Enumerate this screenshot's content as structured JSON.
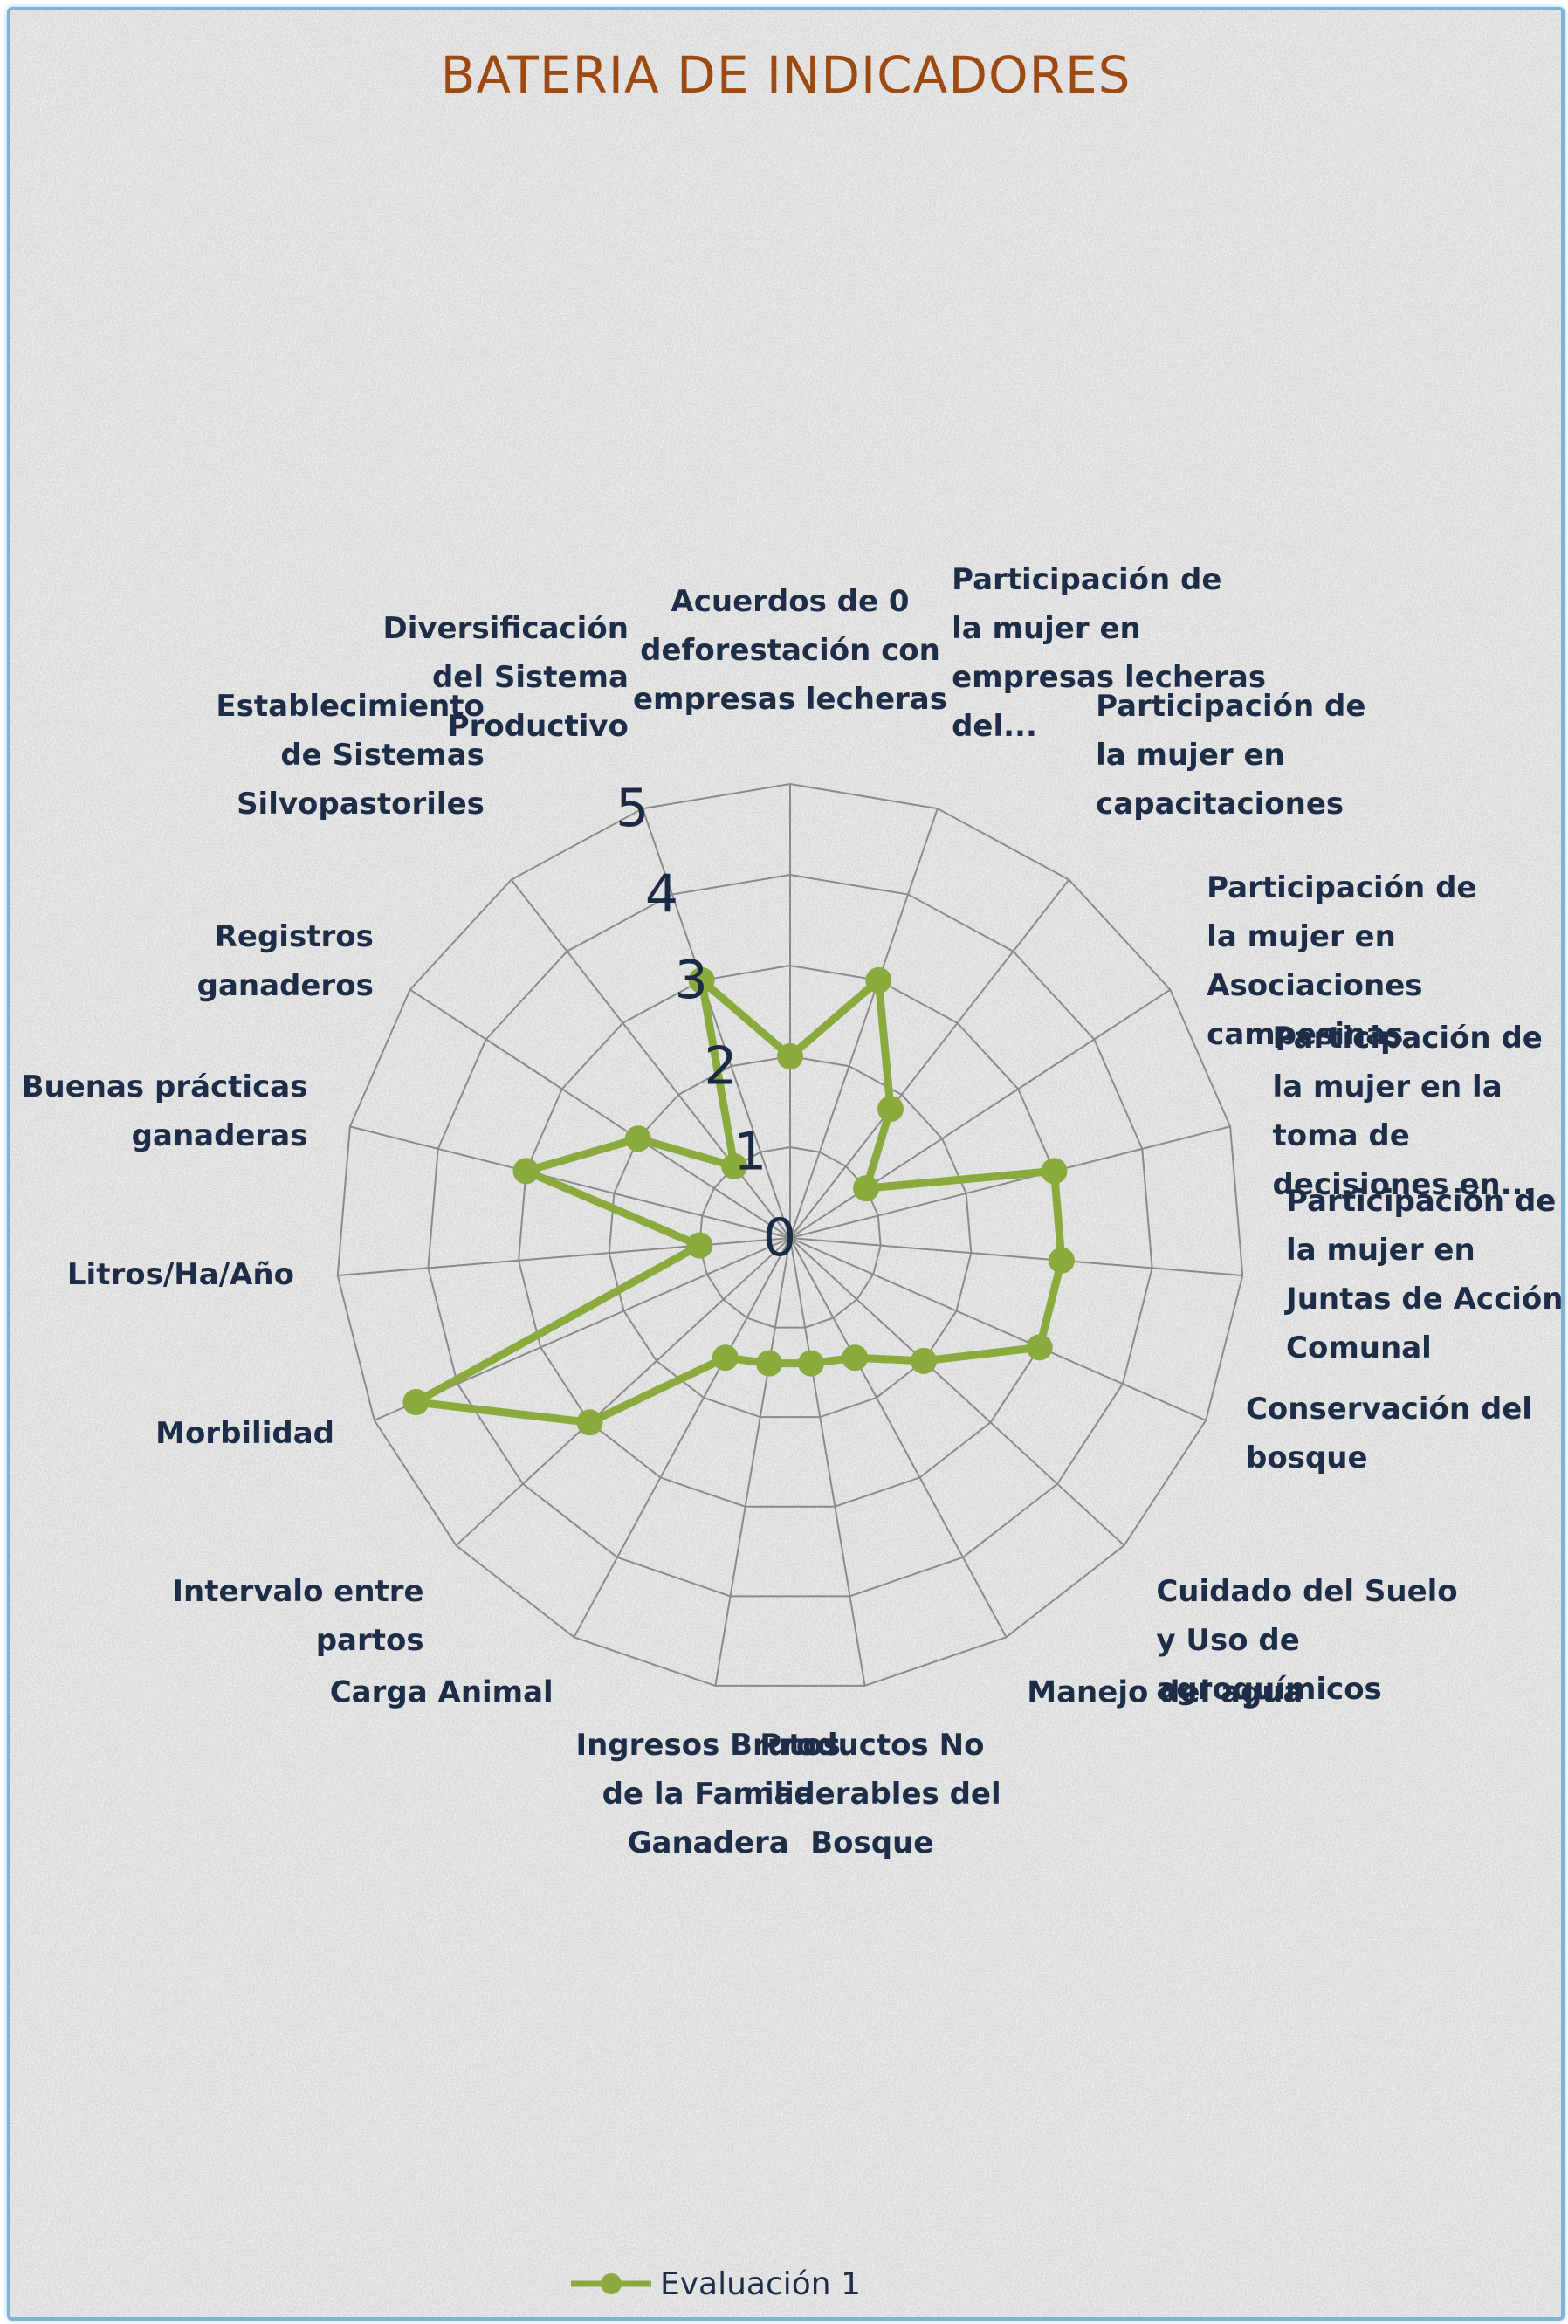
{
  "chart_data": {
    "type": "radar",
    "title": "BATERIA DE INDICADORES",
    "axes": [
      "Acuerdos de 0 deforestación con empresas lecheras",
      "Participación de la mujer en empresas lecheras del...",
      "Participación de la mujer en capacitaciones",
      "Participación de la mujer en Asociaciones campesinas",
      "Participación de la mujer en la toma de decisiones en...",
      "Participación de la mujer en Juntas de Acción Comunal",
      "Conservación del bosque",
      "Cuidado del Suelo y Uso de agroquímicos",
      "Manejo del agua",
      "Productos No maderables del Bosque",
      "Ingresos Brutos de la Familia Ganadera",
      "Carga Animal",
      "Intervalo entre partos",
      "Morbilidad",
      "Litros/Ha/Año",
      "Buenas prácticas ganaderas",
      "Registros ganaderos",
      "Establecimiento de Sistemas Silvopastoriles",
      "Diversificación del Sistema Productivo"
    ],
    "tick_labels": [
      "0",
      "1",
      "2",
      "3",
      "4",
      "5"
    ],
    "rlim": [
      0,
      5
    ],
    "series": [
      {
        "name": "Evaluación 1",
        "color": "#8aaa3e",
        "values": [
          2,
          3,
          1.8,
          1,
          3,
          3,
          3,
          2,
          1.5,
          1.4,
          1.4,
          1.5,
          3,
          4.5,
          1,
          3,
          2,
          1,
          3
        ]
      }
    ],
    "legend_position": "bottom"
  }
}
